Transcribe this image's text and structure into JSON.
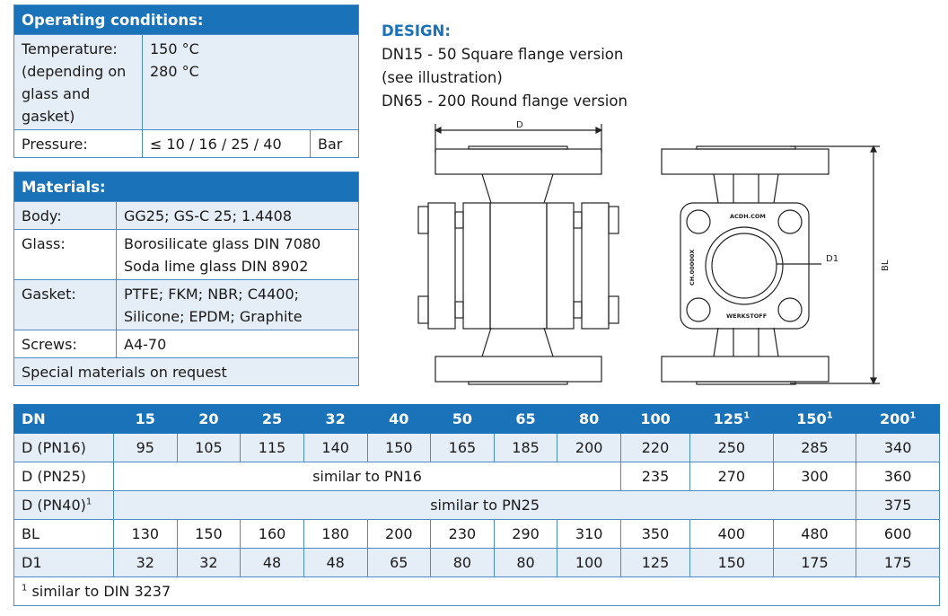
{
  "operating": {
    "title": "Operating conditions:",
    "temp_label": "Temperature: (depending on glass and gasket)",
    "temp_values": [
      "150 °C",
      "280 °C"
    ],
    "pressure_label": "Pressure:",
    "pressure_value": "≤ 10 / 16 / 25 / 40",
    "pressure_unit": "Bar"
  },
  "materials": {
    "title": "Materials:",
    "rows": [
      {
        "label": "Body:",
        "lines": [
          "GG25; GS-C 25; 1.4408"
        ]
      },
      {
        "label": "Glass:",
        "lines": [
          "Borosilicate glass DIN 7080",
          "Soda lime glass DIN 8902"
        ]
      },
      {
        "label": "Gasket:",
        "lines": [
          "PTFE; FKM; NBR; C4400;",
          "Silicone; EPDM; Graphite"
        ]
      },
      {
        "label": "Screws:",
        "lines": [
          "A4-70"
        ]
      }
    ],
    "note": "Special materials on request"
  },
  "design": {
    "title": "DESIGN:",
    "lines": [
      "DN15 - 50 Square flange version",
      "(see illustration)",
      "DN65 - 200 Round flange version"
    ]
  },
  "drawing": {
    "dim_d": "D",
    "dim_d1": "D1",
    "dim_bl": "BL",
    "marking_url": "ACDH.COM",
    "marking_material": "WERKSTOFF",
    "marking_serial": "CH.00000X"
  },
  "dimensions": {
    "header": {
      "label": "DN",
      "cols": [
        "15",
        "20",
        "25",
        "32",
        "40",
        "50",
        "65",
        "80",
        "100",
        "125",
        "150",
        "200"
      ],
      "sups": [
        "",
        "",
        "",
        "",
        "",
        "",
        "",
        "",
        "",
        "1",
        "1",
        "1"
      ]
    },
    "d_pn16": {
      "label": "D (PN16)",
      "values": [
        "95",
        "105",
        "115",
        "140",
        "150",
        "165",
        "185",
        "200",
        "220",
        "250",
        "285",
        "340"
      ]
    },
    "d_pn25": {
      "label": "D (PN25)",
      "span_text": "similar to PN16",
      "values": [
        "235",
        "270",
        "300",
        "360"
      ]
    },
    "d_pn40": {
      "label": "D (PN40)",
      "sup": "1",
      "span_text": "similar to PN25",
      "values": [
        "375"
      ]
    },
    "bl": {
      "label": "BL",
      "values": [
        "130",
        "150",
        "160",
        "180",
        "200",
        "230",
        "290",
        "310",
        "350",
        "400",
        "480",
        "600"
      ]
    },
    "d1": {
      "label": "D1",
      "values": [
        "32",
        "32",
        "48",
        "48",
        "65",
        "80",
        "80",
        "100",
        "125",
        "150",
        "175",
        "175"
      ]
    },
    "footnote_sup": "1",
    "footnote": "similar to DIN 3237"
  }
}
